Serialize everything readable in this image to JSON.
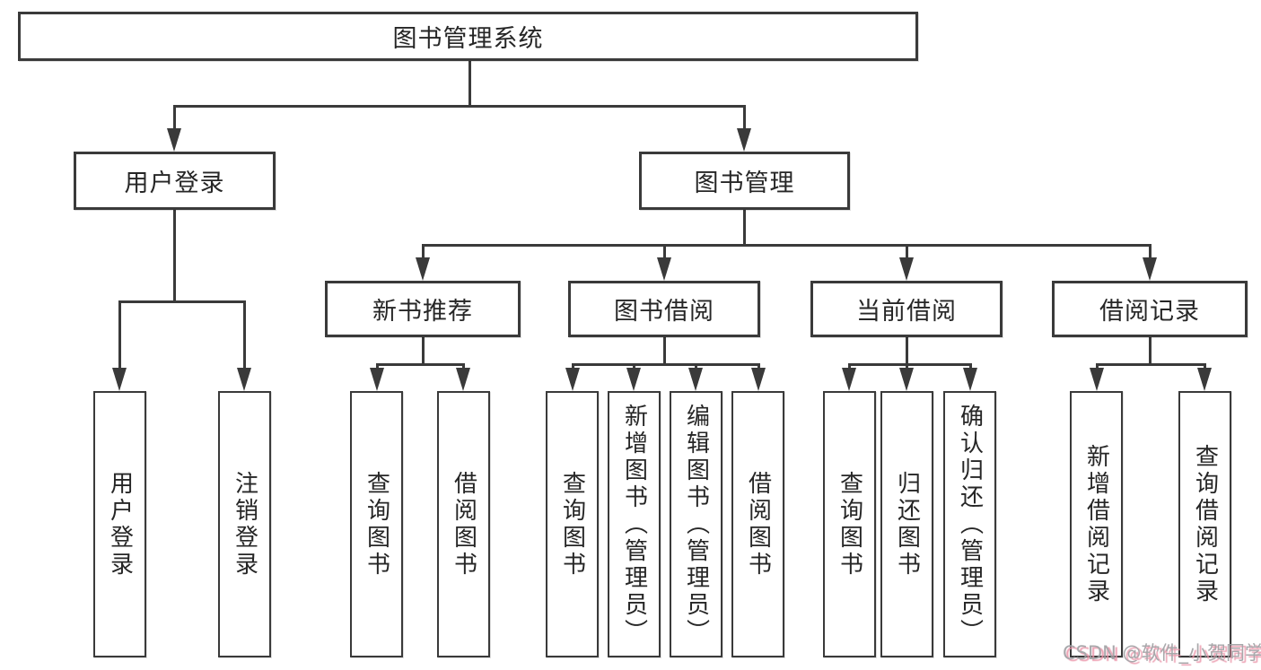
{
  "diagram": {
    "type": "functional-structure-tree",
    "orientation": "top-down"
  },
  "colors": {
    "line": "#3a3a3a",
    "text": "#262626",
    "box_fill": "#ffffff",
    "watermark_text": "#9f9fa3",
    "watermark_shadow": "#eb96aa"
  },
  "tree": {
    "label": "图书管理系统",
    "children": [
      {
        "label": "用户登录",
        "children": [
          {
            "label": "用户登录"
          },
          {
            "label": "注销登录"
          }
        ]
      },
      {
        "label": "图书管理",
        "children": [
          {
            "label": "新书推荐",
            "children": [
              {
                "label": "查询图书"
              },
              {
                "label": "借阅图书"
              }
            ]
          },
          {
            "label": "图书借阅",
            "children": [
              {
                "label": "查询图书"
              },
              {
                "label": "新增图书（管理员）"
              },
              {
                "label": "编辑图书（管理员）"
              },
              {
                "label": "借阅图书"
              }
            ]
          },
          {
            "label": "当前借阅",
            "children": [
              {
                "label": "查询图书"
              },
              {
                "label": "归还图书"
              },
              {
                "label": "确认归还（管理员）"
              }
            ]
          },
          {
            "label": "借阅记录",
            "children": [
              {
                "label": "新增借阅记录"
              },
              {
                "label": "查询借阅记录"
              }
            ]
          }
        ]
      }
    ]
  },
  "watermark": {
    "text": "CSDN @软件_小贺同学"
  }
}
